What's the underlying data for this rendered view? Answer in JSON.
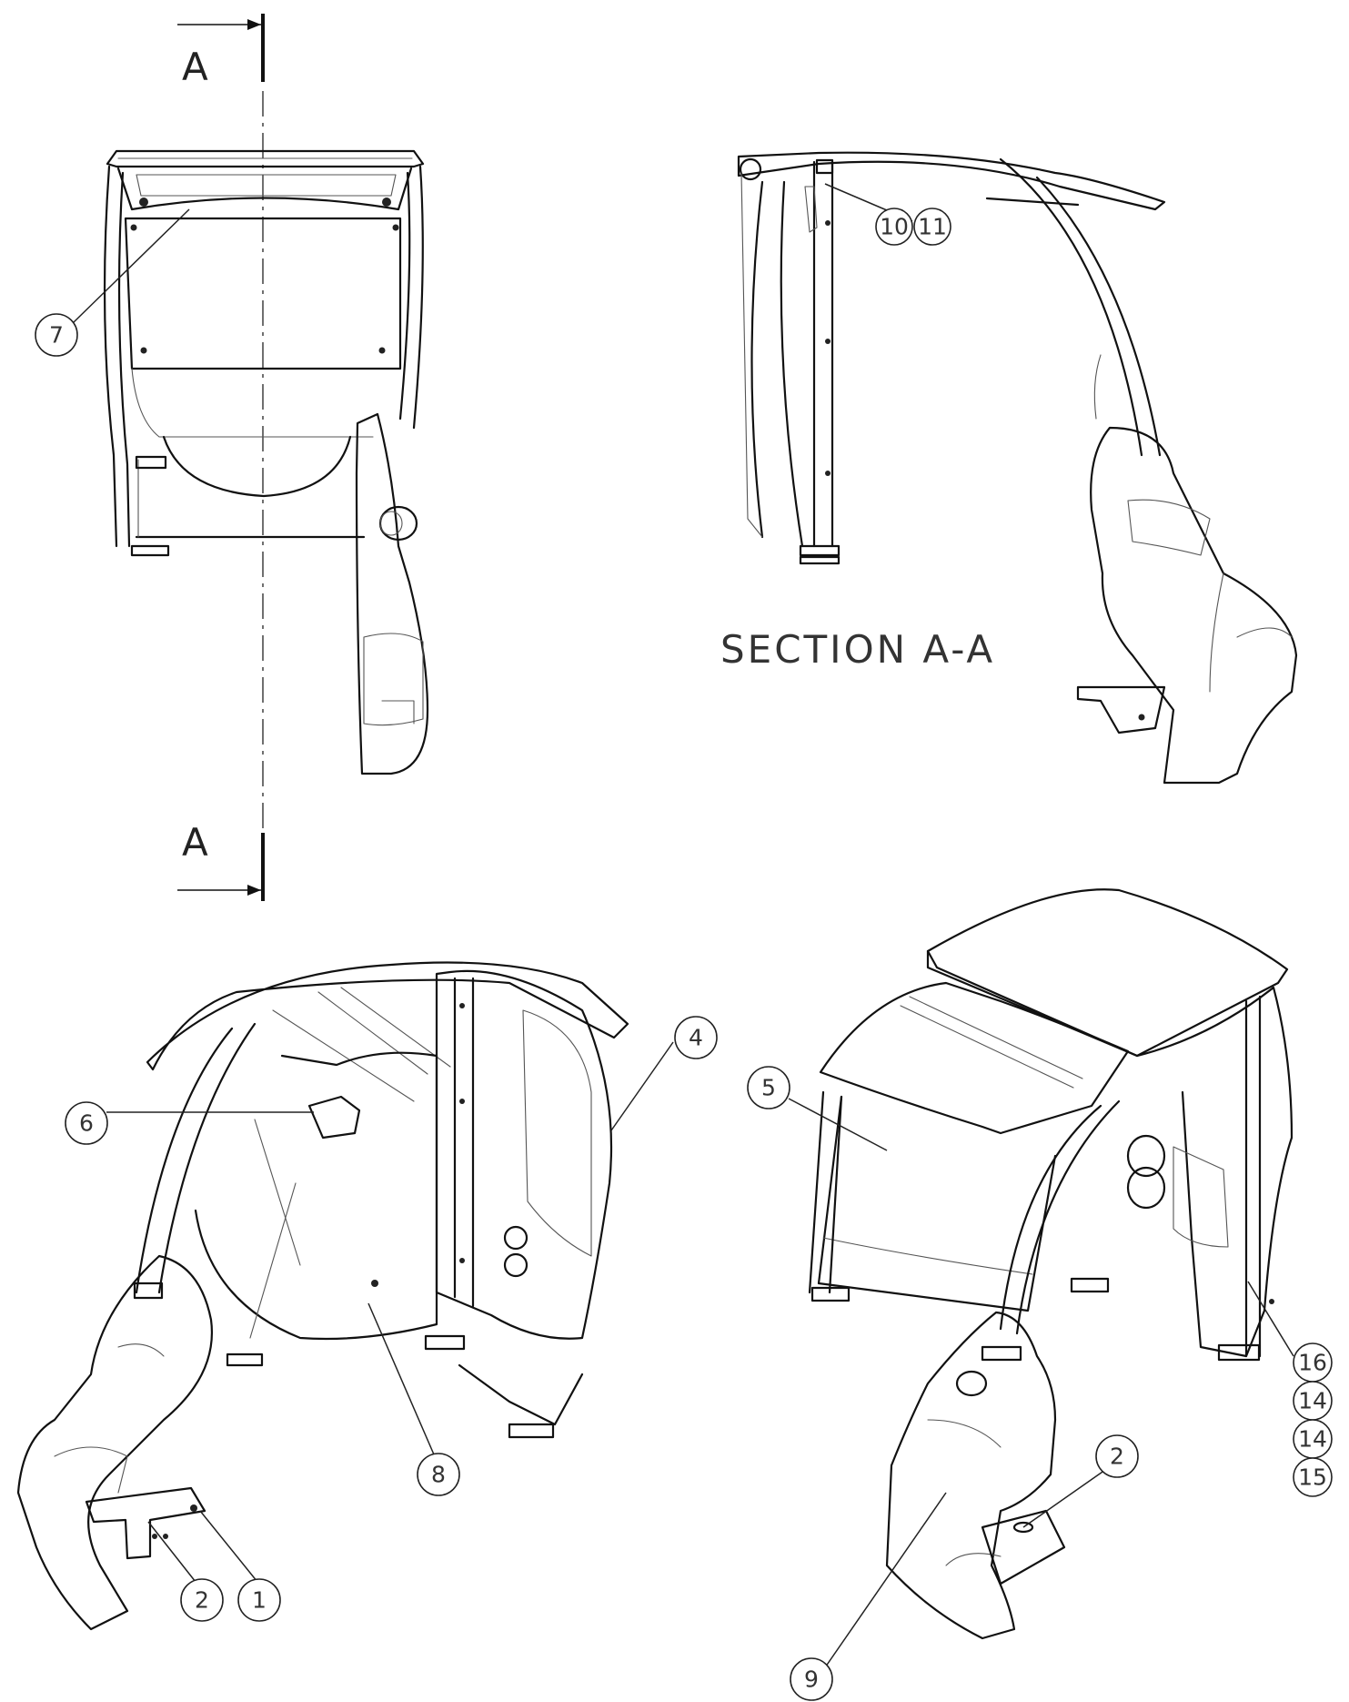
{
  "section": {
    "letter": "A",
    "title": "SECTION A-A"
  },
  "callouts": {
    "c1": "1",
    "c2a": "2",
    "c2b": "2",
    "c4": "4",
    "c5": "5",
    "c6": "6",
    "c7": "7",
    "c8": "8",
    "c9": "9",
    "c10": "10",
    "c11": "11",
    "c14a": "14",
    "c14b": "14",
    "c15": "15",
    "c16": "16"
  },
  "colors": {
    "line": "#111111",
    "background": "#ffffff"
  }
}
